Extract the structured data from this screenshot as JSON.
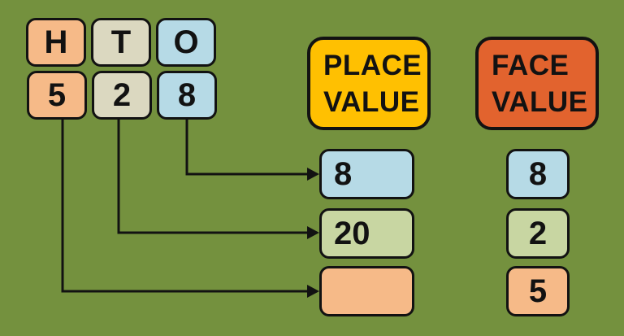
{
  "colors": {
    "background": "#74913E",
    "peach": "#F6BA88",
    "beige": "#DBD8C0",
    "blue": "#B6DAE6",
    "green": "#C8D6A2",
    "yellow": "#FFC001",
    "orange": "#E2632E",
    "outline": "#121212"
  },
  "column_headers": [
    {
      "label": "H"
    },
    {
      "label": "T"
    },
    {
      "label": "O"
    }
  ],
  "digits": [
    {
      "value": "5"
    },
    {
      "value": "2"
    },
    {
      "value": "8"
    }
  ],
  "place_value": {
    "title_line1": "PLACE",
    "title_line2": "VALUE",
    "results": [
      {
        "value": "8"
      },
      {
        "value": "20"
      },
      {
        "value": ""
      }
    ]
  },
  "face_value": {
    "title_line1": "FACE",
    "title_line2": "VALUE",
    "results": [
      {
        "value": "8"
      },
      {
        "value": "2"
      },
      {
        "value": "5"
      }
    ]
  }
}
